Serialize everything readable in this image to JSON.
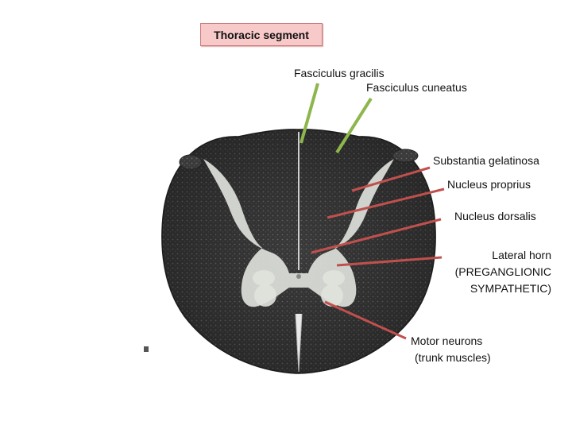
{
  "title": "Thoracic segment",
  "labels": {
    "gracilis": "Fasciculus gracilis",
    "cuneatus": "Fasciculus cuneatus",
    "gelatinosa": "Substantia gelatinosa",
    "proprius": "Nucleus proprius",
    "dorsalis": "Nucleus dorsalis",
    "lateral_horn": [
      "Lateral horn",
      "(PREGANGLIONIC",
      "SYMPATHETIC)"
    ],
    "motor": [
      "Motor neurons",
      "(trunk muscles)"
    ]
  },
  "colors": {
    "green_pointer": "#8db64c",
    "red_pointer": "#c0504d",
    "white_matter": "#3c3c3c",
    "gray_matter": "#d9dcd6",
    "title_fill": "#f7c9c9"
  }
}
